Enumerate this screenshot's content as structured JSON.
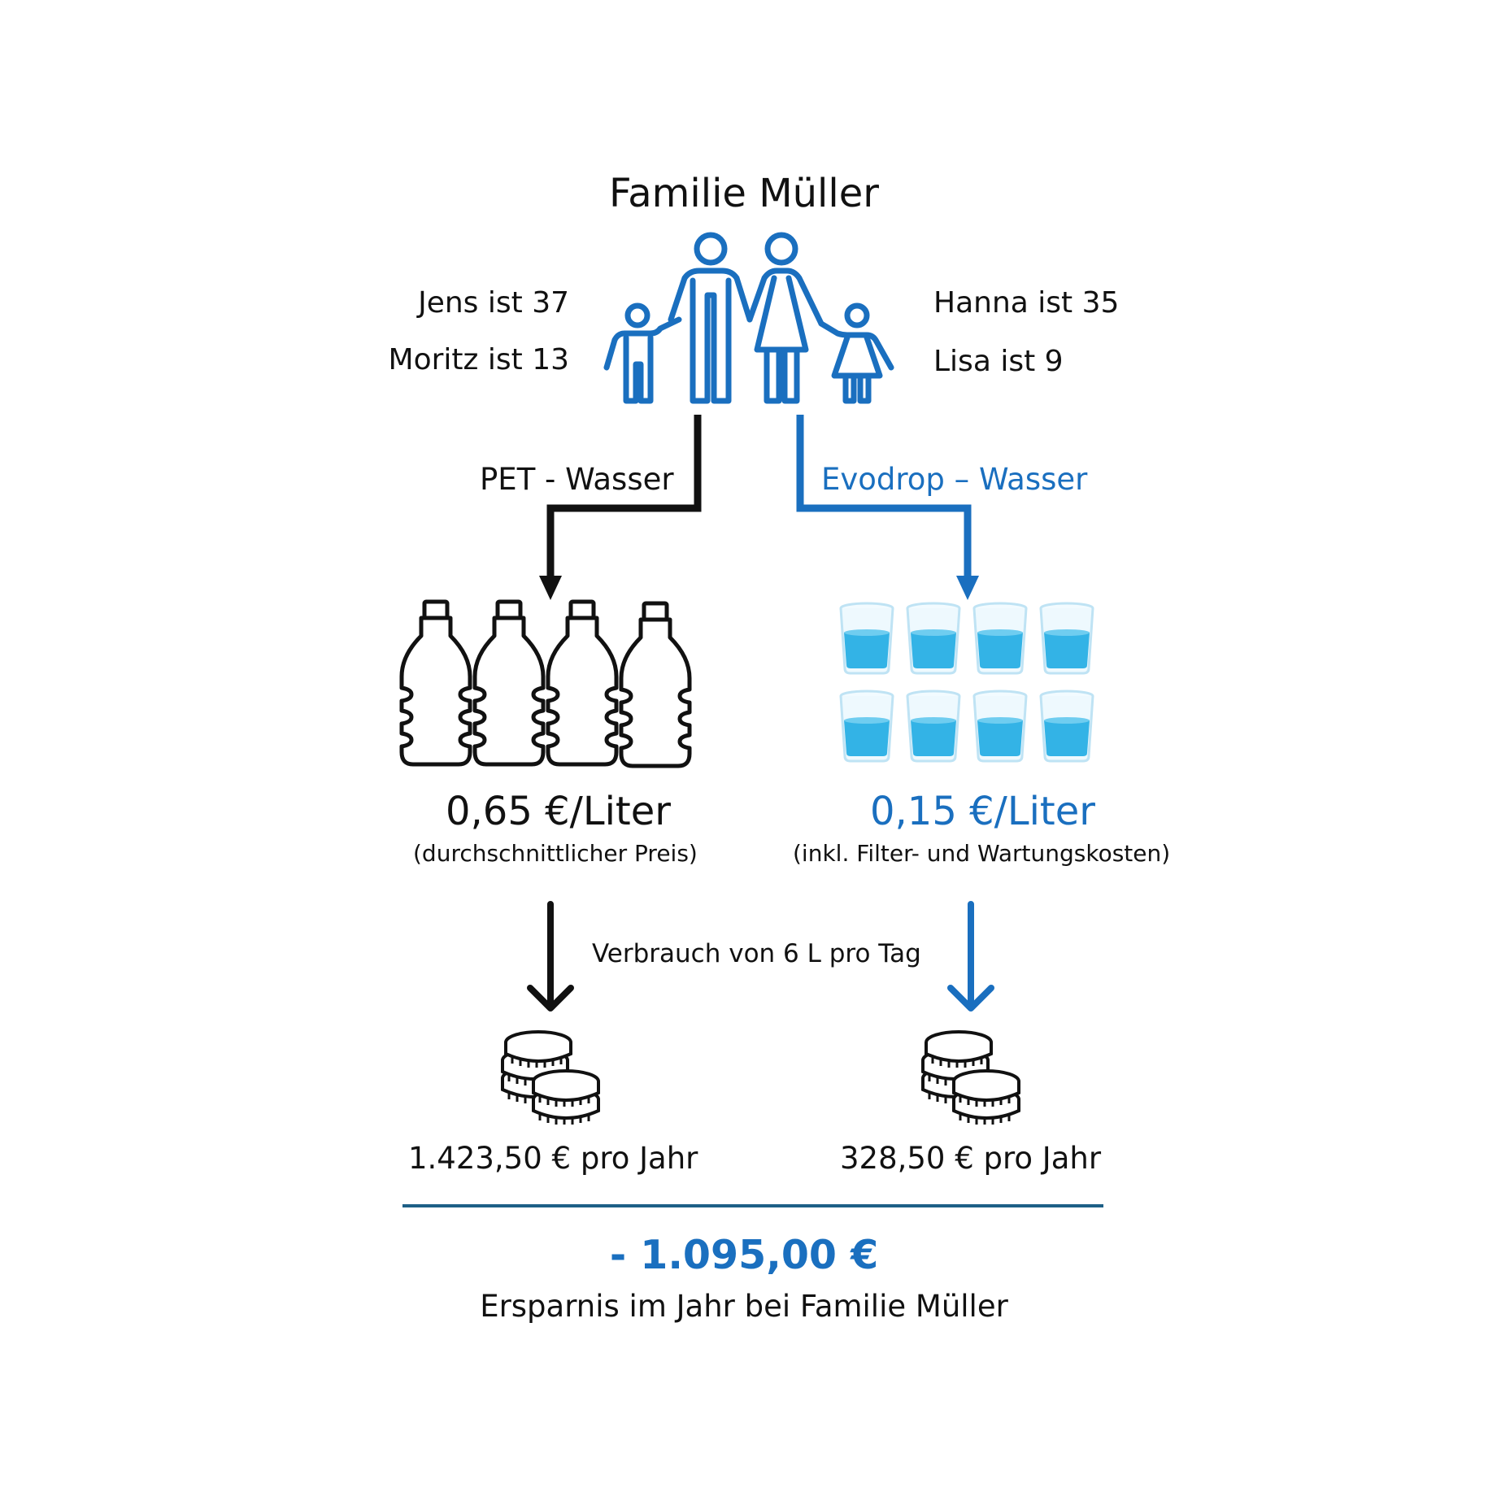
{
  "title": "Familie Müller",
  "members": {
    "jens": "Jens ist 37",
    "moritz": "Moritz ist 13",
    "hanna": "Hanna ist 35",
    "lisa": "Lisa ist 9"
  },
  "branches": {
    "pet": {
      "label": "PET - Wasser",
      "price": "0,65 €/Liter",
      "note": "(durchschnittlicher Preis)",
      "yearly": "1.423,50 € pro Jahr",
      "color": "#111111"
    },
    "evodrop": {
      "label": "Evodrop – Wasser",
      "price": "0,15 €/Liter",
      "note": "(inkl. Filter- und Wartungskosten)",
      "yearly": "328,50 € pro Jahr",
      "color": "#1a6fbf"
    }
  },
  "usage": "Verbrauch von 6 L pro Tag",
  "saving": {
    "amount": "- 1.095,00 €",
    "label": "Ersparnis im Jahr bei Familie Müller"
  },
  "icons": [
    "family-icon",
    "bottle-icon",
    "water-glass-icon",
    "coin-stack-icon",
    "arrow-down-icon"
  ]
}
